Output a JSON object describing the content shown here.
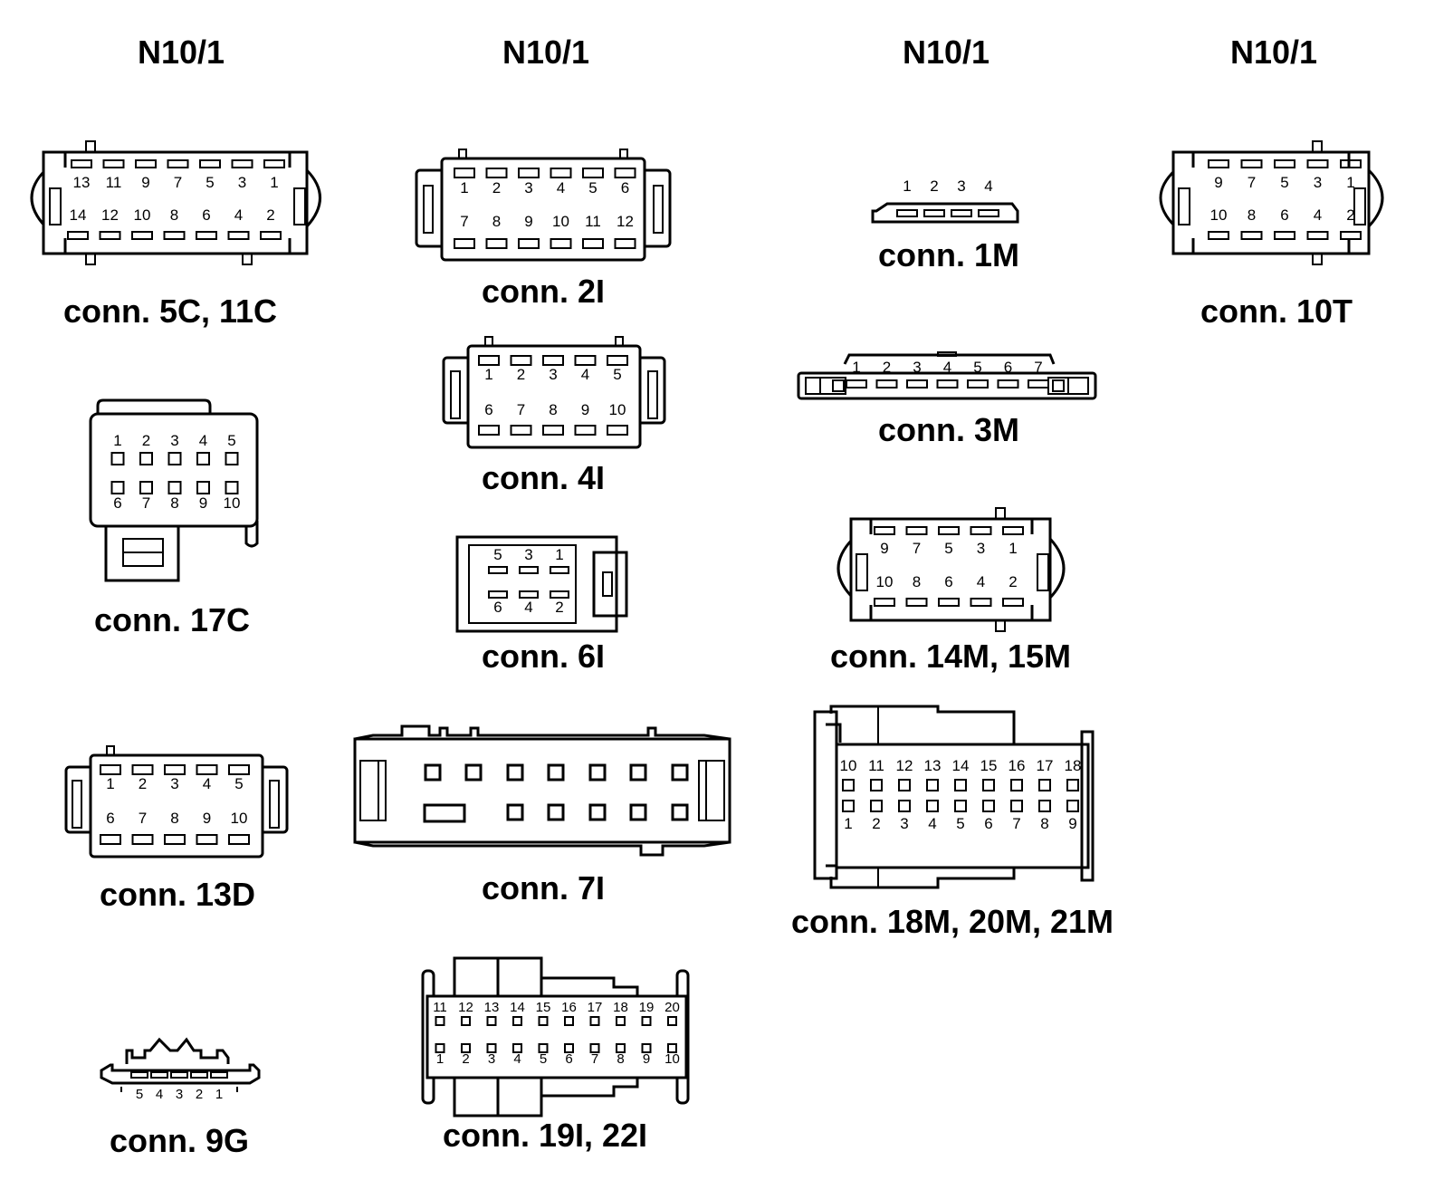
{
  "headers": [
    "N10/1",
    "N10/1",
    "N10/1",
    "N10/1"
  ],
  "connectors": {
    "c5c": {
      "label": "conn. 5C, 11C",
      "top": [
        "13",
        "11",
        "9",
        "7",
        "5",
        "3",
        "1"
      ],
      "bottom": [
        "14",
        "12",
        "10",
        "8",
        "6",
        "4",
        "2"
      ]
    },
    "c2i": {
      "label": "conn. 2I",
      "top": [
        "1",
        "2",
        "3",
        "4",
        "5",
        "6"
      ],
      "bottom": [
        "7",
        "8",
        "9",
        "10",
        "11",
        "12"
      ]
    },
    "c1m": {
      "label": "conn. 1M",
      "top": [
        "1",
        "2",
        "3",
        "4"
      ]
    },
    "c10t": {
      "label": "conn. 10T",
      "top": [
        "9",
        "7",
        "5",
        "3",
        "1"
      ],
      "bottom": [
        "10",
        "8",
        "6",
        "4",
        "2"
      ]
    },
    "c17c": {
      "label": "conn. 17C",
      "top": [
        "1",
        "2",
        "3",
        "4",
        "5"
      ],
      "bottom": [
        "6",
        "7",
        "8",
        "9",
        "10"
      ]
    },
    "c4i": {
      "label": "conn. 4I",
      "top": [
        "1",
        "2",
        "3",
        "4",
        "5"
      ],
      "bottom": [
        "6",
        "7",
        "8",
        "9",
        "10"
      ]
    },
    "c3m": {
      "label": "conn. 3M",
      "top": [
        "1",
        "2",
        "3",
        "4",
        "5",
        "6",
        "7"
      ]
    },
    "c6i": {
      "label": "conn. 6I",
      "top": [
        "5",
        "3",
        "1"
      ],
      "bottom": [
        "6",
        "4",
        "2"
      ]
    },
    "c14m": {
      "label": "conn. 14M, 15M",
      "top": [
        "9",
        "7",
        "5",
        "3",
        "1"
      ],
      "bottom": [
        "10",
        "8",
        "6",
        "4",
        "2"
      ]
    },
    "c13d": {
      "label": "conn. 13D",
      "top": [
        "1",
        "2",
        "3",
        "4",
        "5"
      ],
      "bottom": [
        "6",
        "7",
        "8",
        "9",
        "10"
      ]
    },
    "c7i": {
      "label": "conn. 7I"
    },
    "c18m": {
      "label": "conn. 18M, 20M, 21M",
      "top": [
        "10",
        "11",
        "12",
        "13",
        "14",
        "15",
        "16",
        "17",
        "18"
      ],
      "bottom": [
        "1",
        "2",
        "3",
        "4",
        "5",
        "6",
        "7",
        "8",
        "9"
      ]
    },
    "c9g": {
      "label": "conn. 9G",
      "top": [
        "5",
        "4",
        "3",
        "2",
        "1"
      ]
    },
    "c19i": {
      "label": "conn. 19I, 22I",
      "top": [
        "11",
        "12",
        "13",
        "14",
        "15",
        "16",
        "17",
        "18",
        "19",
        "20"
      ],
      "bottom": [
        "1",
        "2",
        "3",
        "4",
        "5",
        "6",
        "7",
        "8",
        "9",
        "10"
      ]
    }
  }
}
